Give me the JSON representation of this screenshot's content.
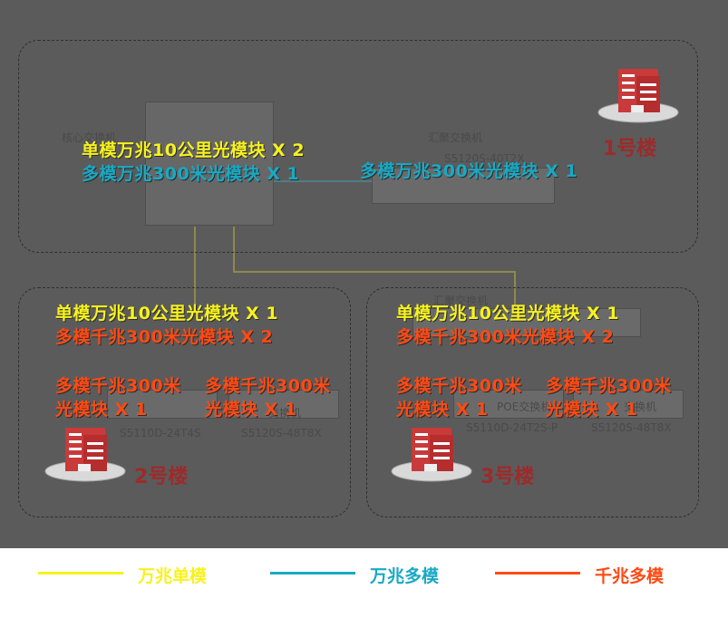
{
  "building1": {
    "name": "1号楼",
    "core_switch_label": "核心交换机",
    "agg_switch_label": "汇聚交换机",
    "agg_switch_model": "S5120S-40T2X",
    "core_modules": [
      "单模万兆10公里光模块 X 2",
      "多模万兆300米光模块  X 1"
    ],
    "agg_module": "多模万兆300米光模块  X 1"
  },
  "building2": {
    "name": "2号楼",
    "switch_label": "交换机",
    "model_left": "S5110D-24T4S",
    "model_right": "S5120S-48T8X",
    "uplink_modules": [
      "单模万兆10公里光模块 X 1",
      "多模千兆300米光模块  X 2"
    ],
    "left_module": [
      "多模千兆300米",
      "光模块  X 1"
    ],
    "right_module": [
      "多模千兆300米",
      "光模块  X 1"
    ]
  },
  "building3": {
    "name": "3号楼",
    "switch_label": "汇聚交换机",
    "access_label": "POE交换机",
    "access_label_right": "交换机",
    "model_left": "S5110D-24T2S-P",
    "model_right": "S5120S-48T8X",
    "uplink_modules": [
      "单模万兆10公里光模块 X 1",
      "多模千兆300米光模块  X 2"
    ],
    "left_module": [
      "多模千兆300米",
      "光模块  X 1"
    ],
    "right_module": [
      "多模千兆300米",
      "光模块  X 1"
    ]
  },
  "legend": [
    {
      "label": "万兆单模",
      "color": "#f7f21e"
    },
    {
      "label": "万兆多模",
      "color": "#19a9c4"
    },
    {
      "label": "千兆多模",
      "color": "#ff4a14"
    }
  ],
  "colors": {
    "background": "#5b5b5b",
    "building_label": "#9e2a2a"
  }
}
